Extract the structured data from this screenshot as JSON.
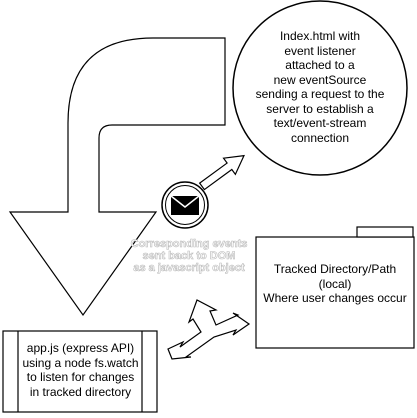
{
  "nodes": {
    "browser": {
      "text": "Index.html with\nevent listener\nattached to a\nnew eventSource\nsending a request to the\nserver to establish a\ntext/event-stream\nconnection"
    },
    "server": {
      "text": "app.js (express API)\nusing a node fs.watch\nto listen for changes\nin tracked directory"
    },
    "directory": {
      "text": "Tracked Directory/Path\n(local)\nWhere user changes occur"
    }
  },
  "annotations": {
    "events_sent": "Corresponding events\nsent back to DOM\nas a javascript object"
  },
  "icons": {
    "message": "envelope-icon"
  },
  "colors": {
    "stroke": "#000000",
    "fill": "#ffffff",
    "ghost_text_stroke": "#b8b8b8"
  }
}
